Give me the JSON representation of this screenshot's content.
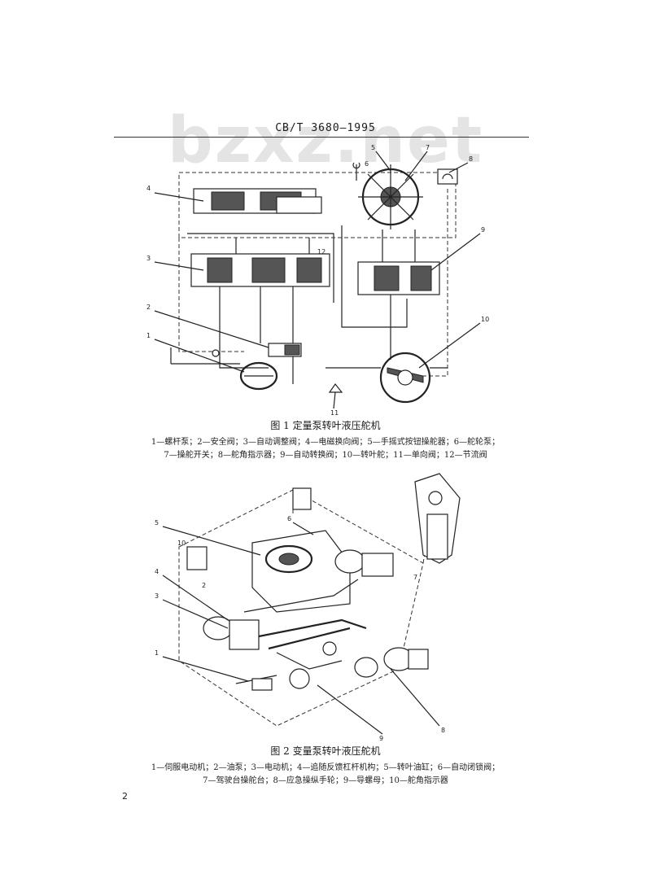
{
  "document": {
    "header": "CB/T 3680—1995",
    "watermark": "bzxz.net",
    "page_number": "2",
    "figure1": {
      "caption": "图 1   定量泵转叶液压舵机",
      "legend_line1": "1—螺杆泵；2—安全阀；3—自动调整阀；4—电磁换向阀；5—手摇式按钮操舵器；6—舵轮泵；",
      "legend_line2": "7—操舵开关；8—舵角指示器；9—自动转换阀；10—转叶舵；11—单向阀；12—节流阀",
      "callouts": [
        "1",
        "2",
        "3",
        "4",
        "5",
        "6",
        "7",
        "8",
        "9",
        "10",
        "11",
        "12"
      ]
    },
    "figure2": {
      "caption": "图 2   变量泵转叶液压舵机",
      "legend_line1": "1—伺服电动机；2—油泵；3—电动机；4—追随反馈杠杆机构；5—转叶油缸；6—自动闭锁阀；",
      "legend_line2": "7—驾驶台操舵台；8—应急操纵手轮；9—导螺母；10—舵角指示器",
      "callouts": [
        "1",
        "2",
        "3",
        "4",
        "5",
        "6",
        "7",
        "8",
        "9",
        "10"
      ]
    }
  }
}
